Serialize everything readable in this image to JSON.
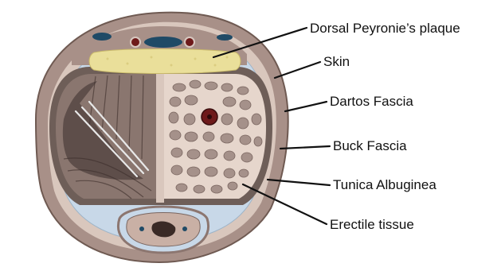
{
  "diagram": {
    "labels": {
      "plaque": "Dorsal Peyronie’s plaque",
      "skin": "Skin",
      "dartos": "Dartos Fascia",
      "buck": "Buck Fascia",
      "tunica": "Tunica Albuginea",
      "erectile": "Erectile tissue"
    },
    "colors": {
      "skin": "#a89088",
      "dartos": "#e9ddd6",
      "buck_fascia": "#c8d8e8",
      "tunica": "#6e5e58",
      "corpus_fill": "#8a766f",
      "plaque": "#eadf9a",
      "vessel_red": "#6e1a1a",
      "vein_blue": "#1f4a66",
      "leader_line": "#111111"
    }
  }
}
